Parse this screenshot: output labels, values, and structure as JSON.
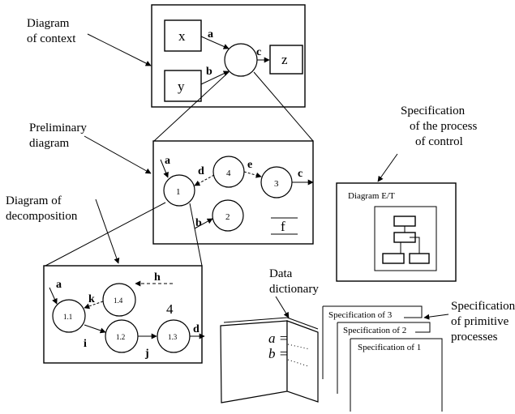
{
  "captions": {
    "context_line1": "Diagram",
    "context_line2": "of context",
    "prelim_line1": "Preliminary",
    "prelim_line2": "diagram",
    "decomp_line1": "Diagram of",
    "decomp_line2": "decomposition",
    "spec_control_line1": "Specification",
    "spec_control_line2": "of the process",
    "spec_control_line3": "of control",
    "dictionary_line1": "Data",
    "dictionary_line2": "dictionary",
    "spec_prim_line1": "Specification",
    "spec_prim_line2": "of primitive",
    "spec_prim_line3": "processes"
  },
  "context": {
    "x": "x",
    "y": "y",
    "z": "z",
    "flow_a": "a",
    "flow_b": "b",
    "flow_c": "c"
  },
  "preliminary": {
    "p1": "1",
    "p2": "2",
    "p3": "3",
    "p4": "4",
    "flow_a": "a",
    "flow_b": "b",
    "flow_c": "c",
    "flow_d": "d",
    "flow_e": "e",
    "store_f": "f"
  },
  "decomposition": {
    "p11": "1.1",
    "p12": "1.2",
    "p13": "1.3",
    "p14": "1.4",
    "label_4": "4",
    "flow_a": "a",
    "flow_d": "d",
    "flow_h": "h",
    "flow_i": "i",
    "flow_j": "j",
    "flow_k": "k"
  },
  "control": {
    "title": "Diagram E/T"
  },
  "dictionary": {
    "line_a": "a =",
    "line_b": "b ="
  },
  "specs": {
    "s3": "Specification of 3",
    "s2": "Specification of 2",
    "s1": "Specification of 1"
  }
}
